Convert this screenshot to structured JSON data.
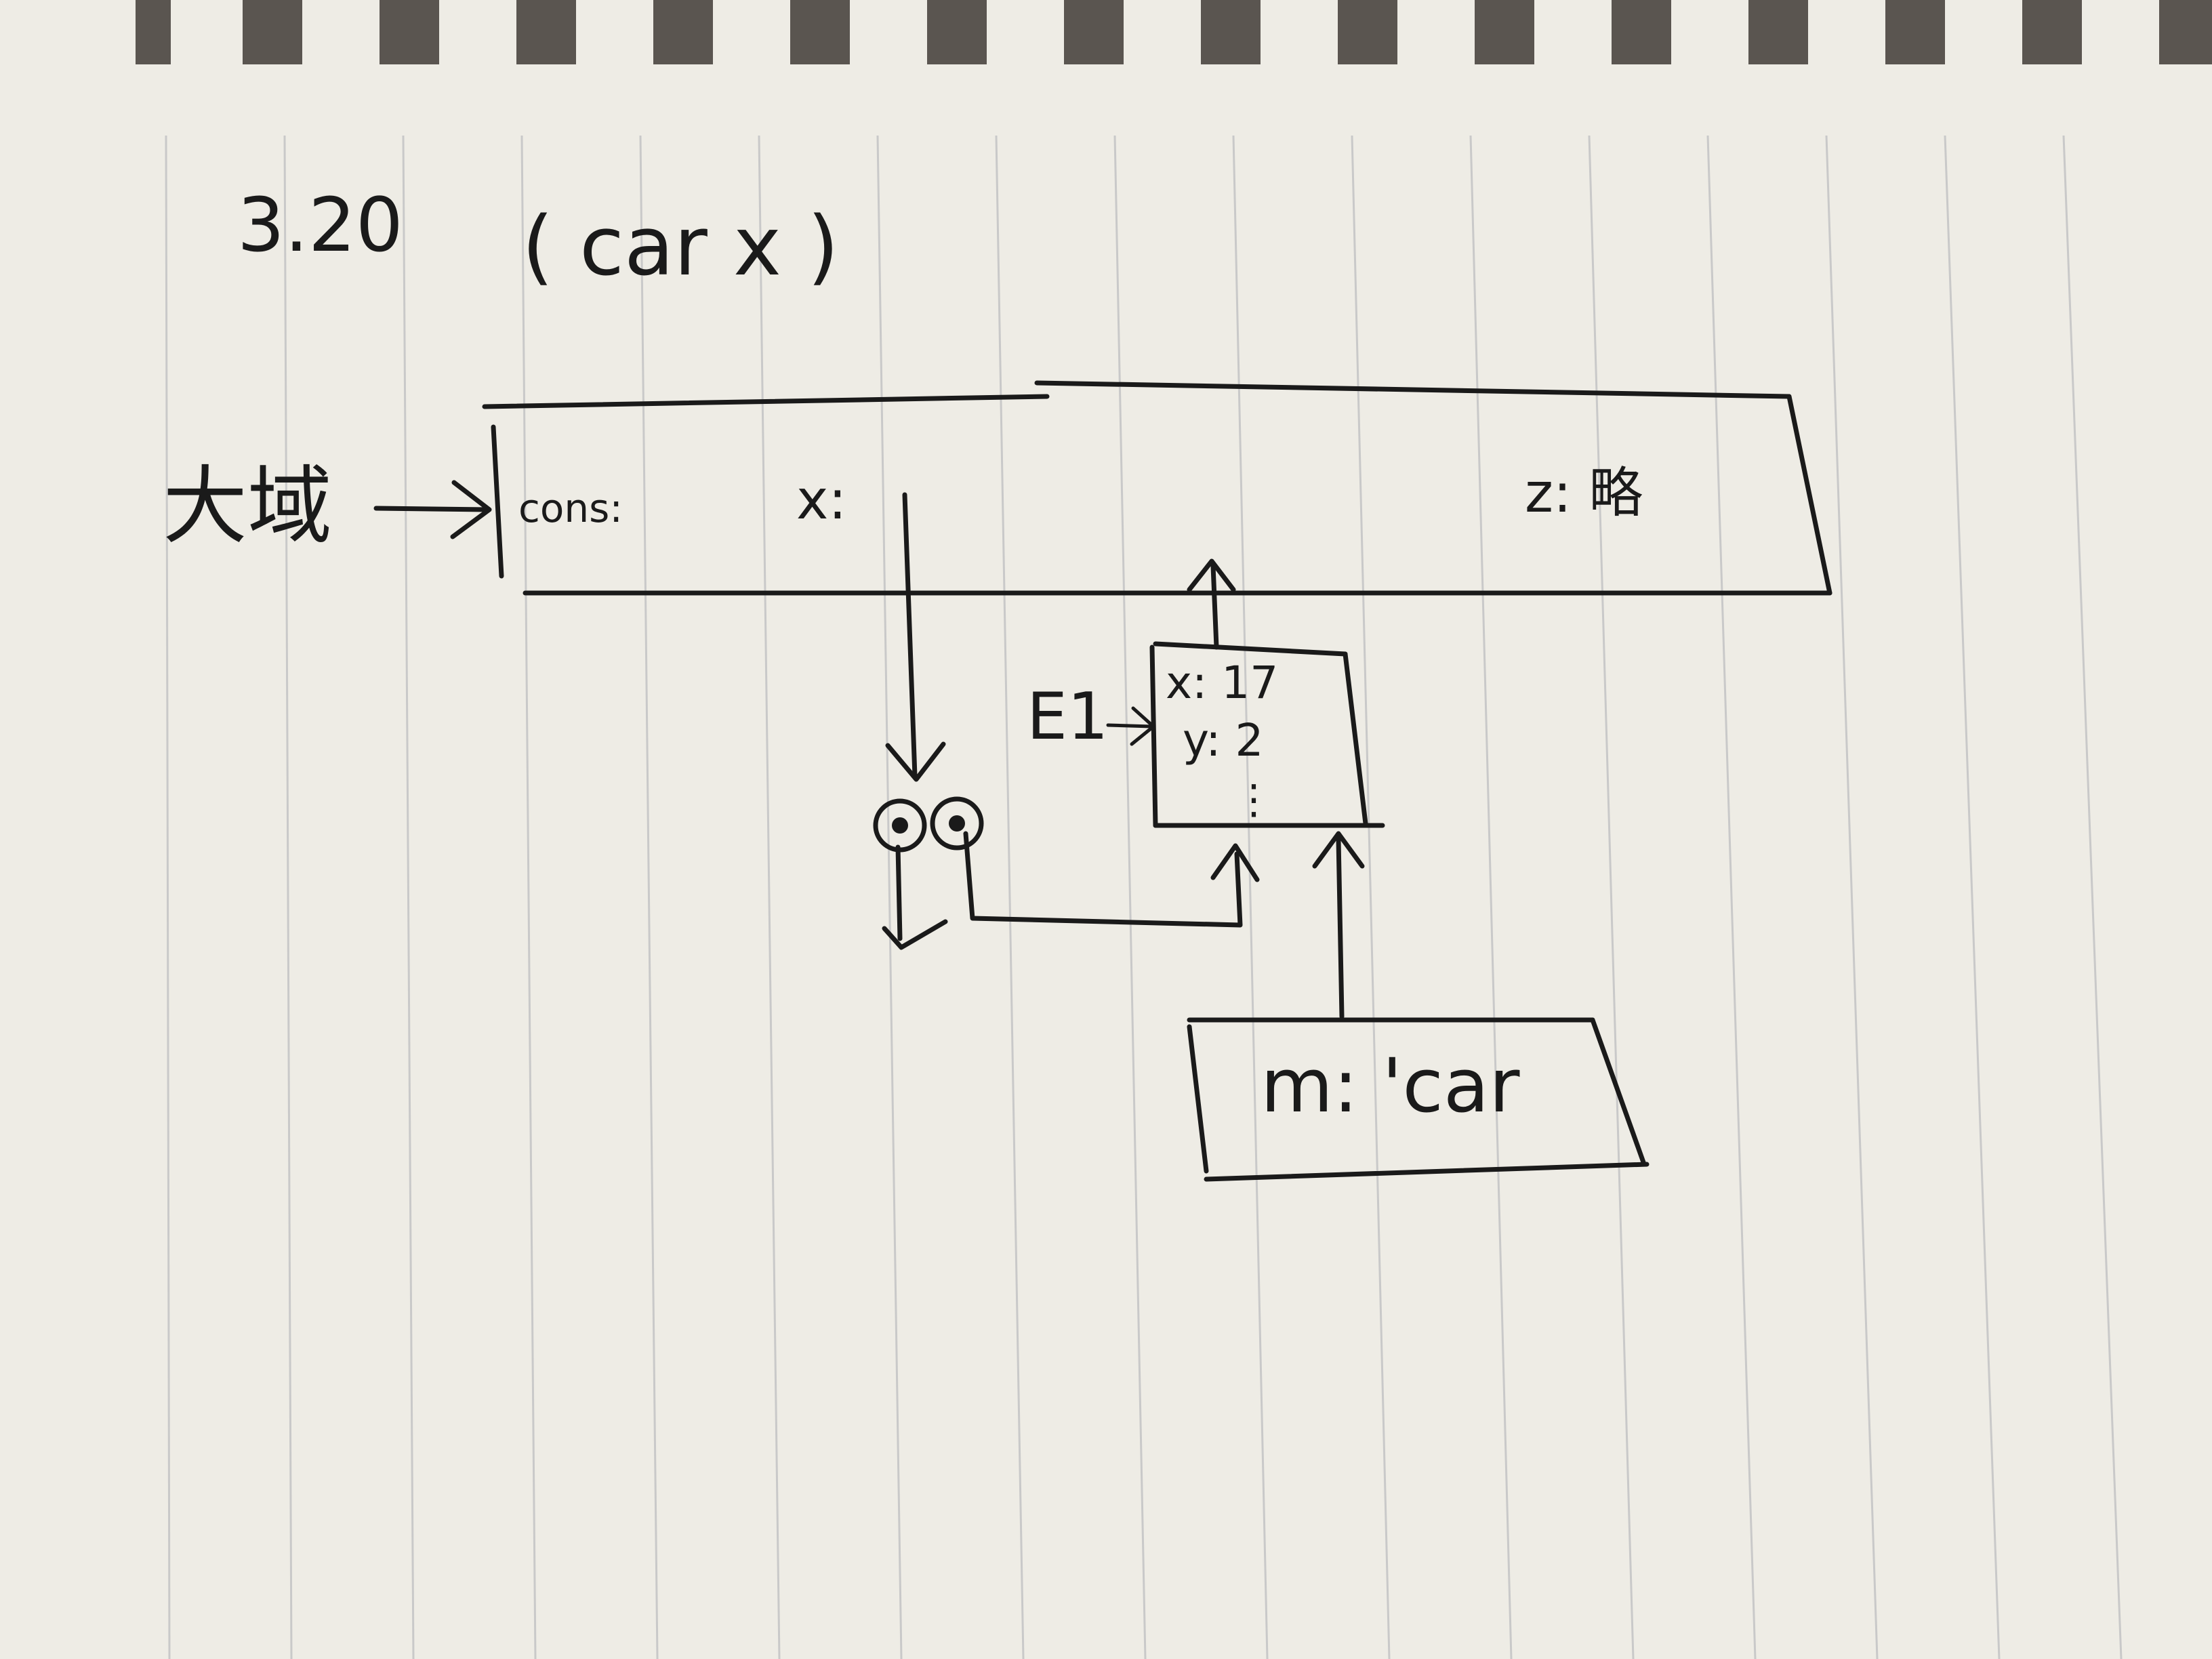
{
  "title": {
    "number": "3.20",
    "expression": "( car x )"
  },
  "global_env": {
    "pointer_label": "大域",
    "entries": {
      "cons": "cons:",
      "x": "x:",
      "z": "z: 略"
    }
  },
  "frame_e1": {
    "pointer_label": "E1",
    "bindings": [
      "x: 17",
      "y: 2"
    ],
    "ellipsis": "⋮"
  },
  "body_frame": {
    "text": "m: 'car"
  },
  "colors": {
    "paper": "#f4f2ed",
    "ink": "#1a1a1a",
    "rule_line": "#c9c9c9"
  }
}
